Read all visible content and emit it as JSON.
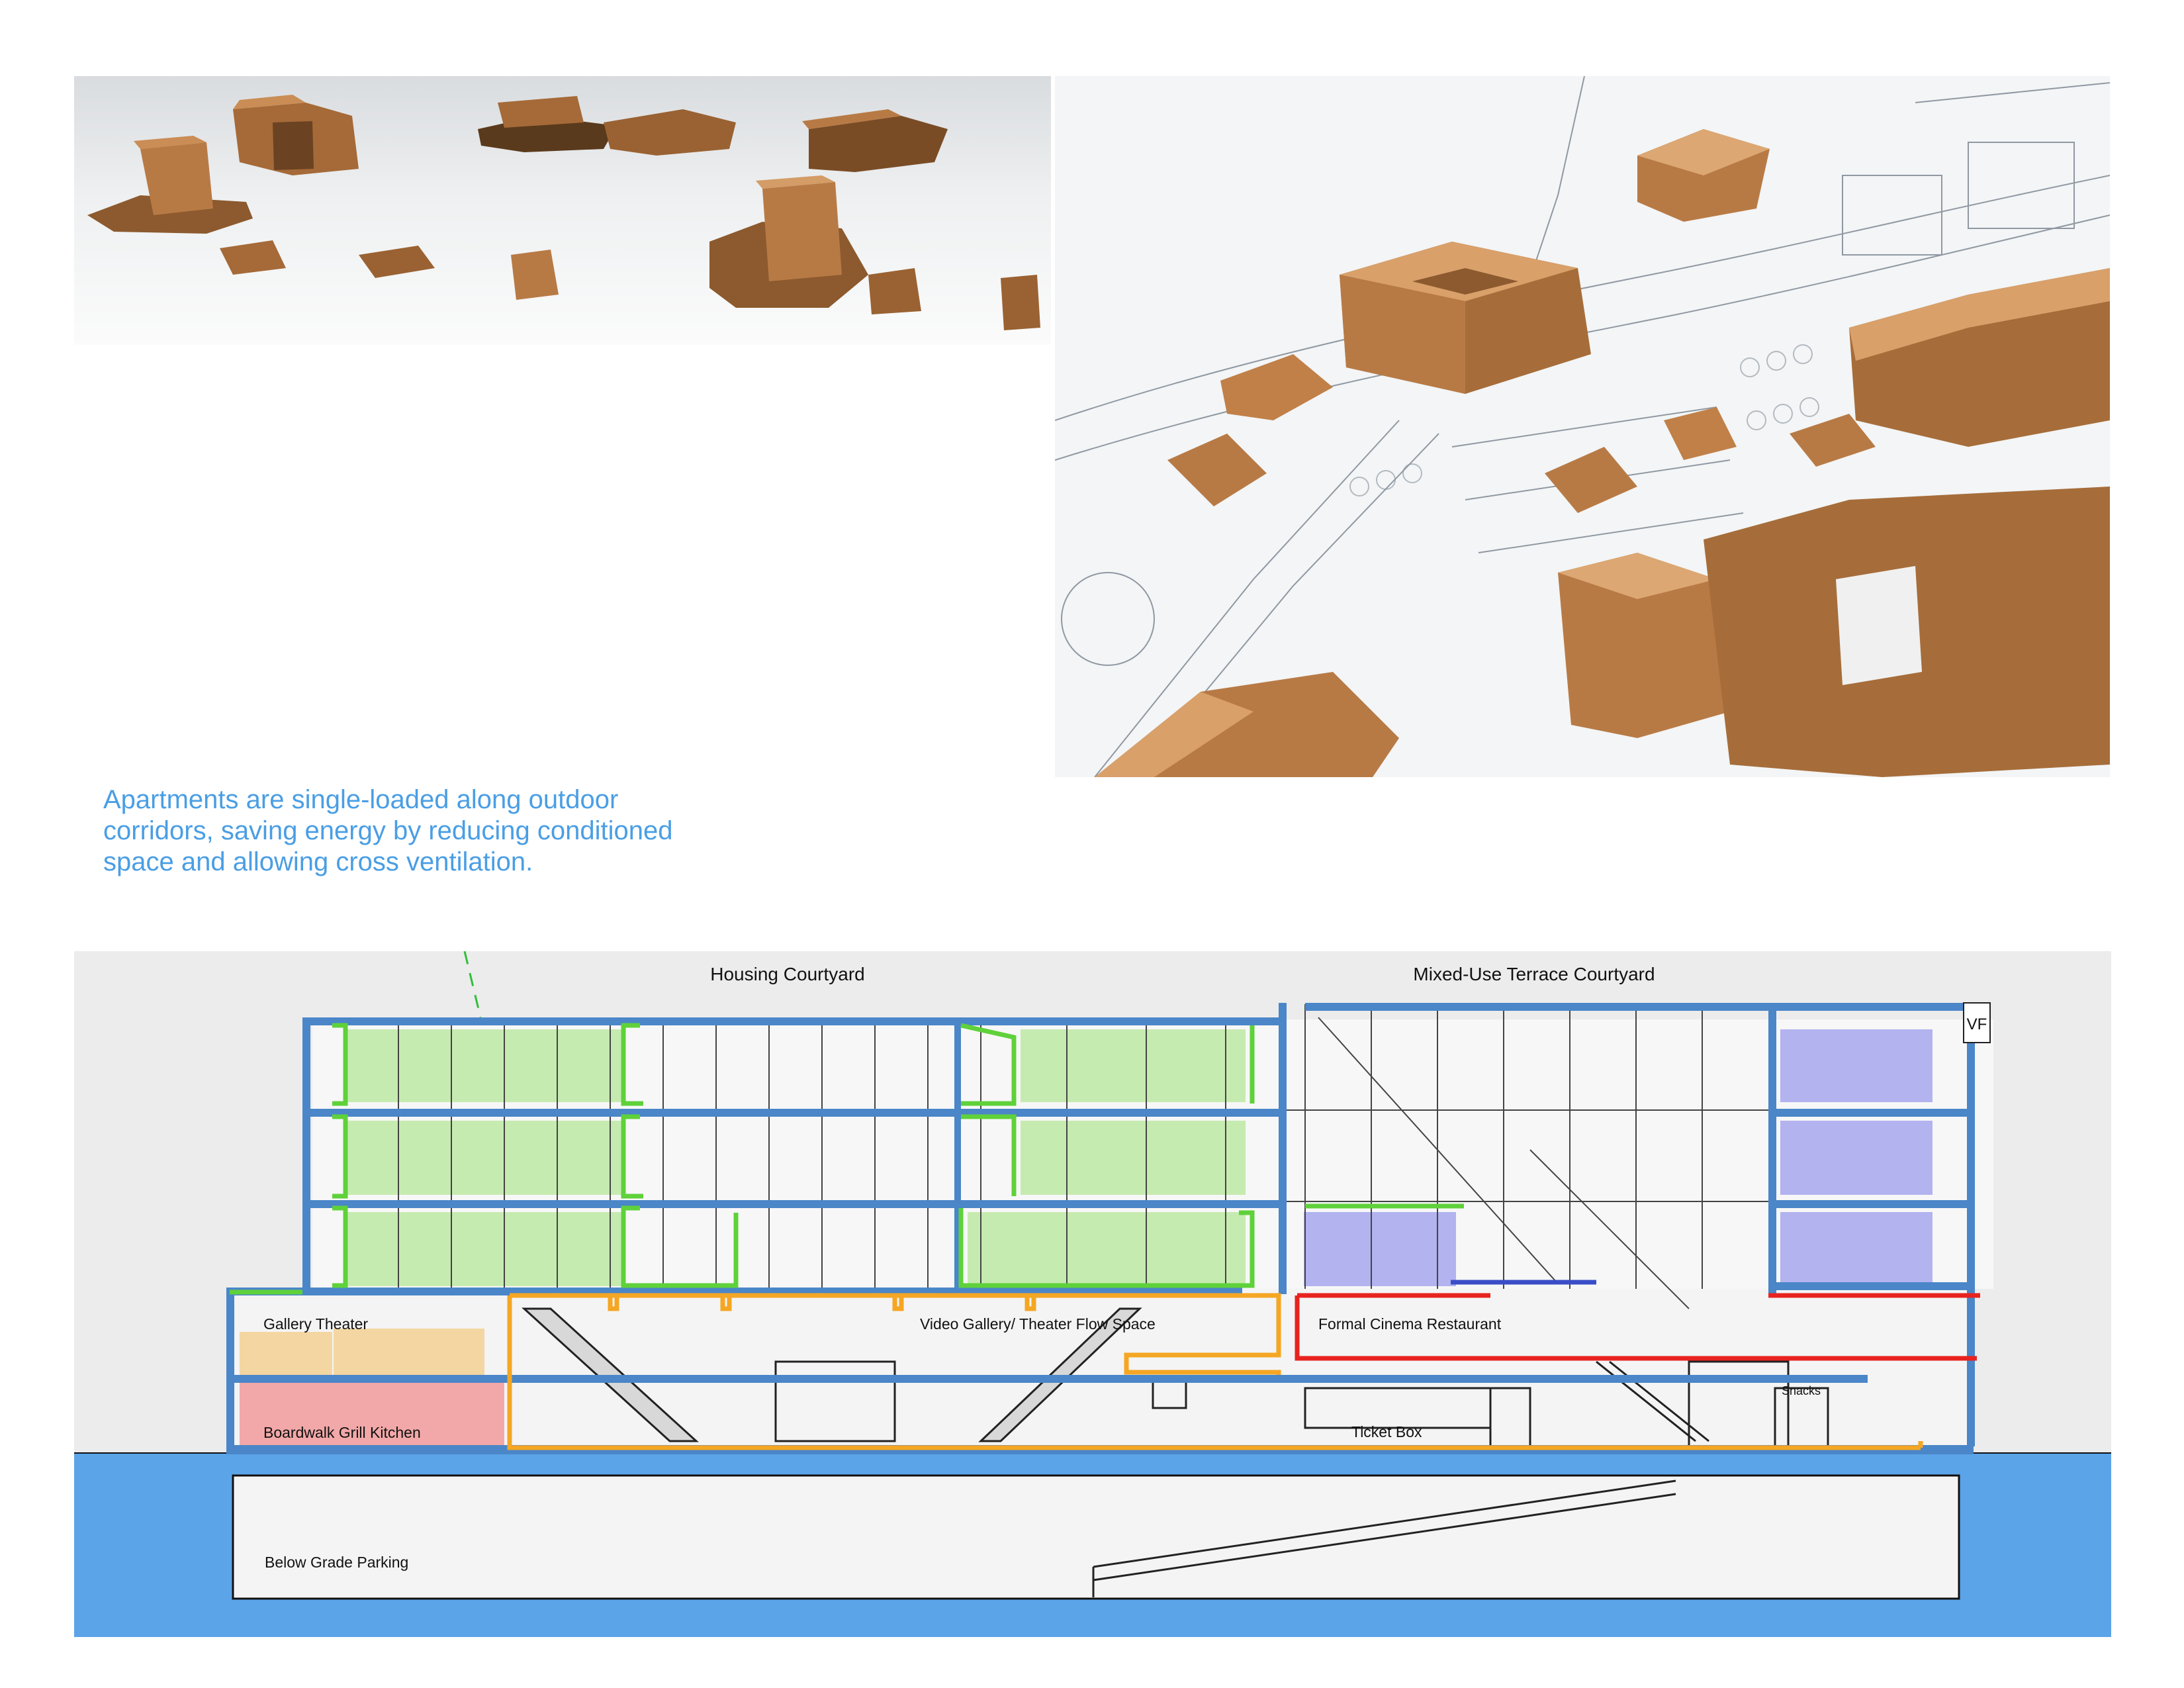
{
  "annotation": {
    "lines": [
      "Apartments are single-loaded along outdoor",
      "corridors, saving energy by reducing conditioned",
      "space and allowing cross ventilation."
    ]
  },
  "section": {
    "headings": {
      "left": "Housing Courtyard",
      "right": "Mixed-Use Terrace Courtyard"
    },
    "rooms": {
      "gallery_theater": "Gallery Theater",
      "grill_kitchen": "Boardwalk Grill Kitchen",
      "video_gallery": "Video Gallery/ Theater Flow Space",
      "cinema_restaurant": "Formal Cinema Restaurant",
      "ticket_box": "Ticket Box",
      "snacks": "Snacks",
      "parking": "Below Grade Parking"
    },
    "signage": "VF"
  },
  "colors": {
    "annotation": "#4a9ee4",
    "structure": "#4a86c8",
    "ground": "#5ba4e8",
    "residential": "#5fd13a",
    "residential_fill": "#c6ebb0",
    "circulation": "#f5a623",
    "restaurant": "#e8231f",
    "office_fill": "#b3b3f0",
    "gallery_fill": "#f3d6a2",
    "kitchen_fill": "#f2a8a8",
    "model": "#b97844"
  }
}
